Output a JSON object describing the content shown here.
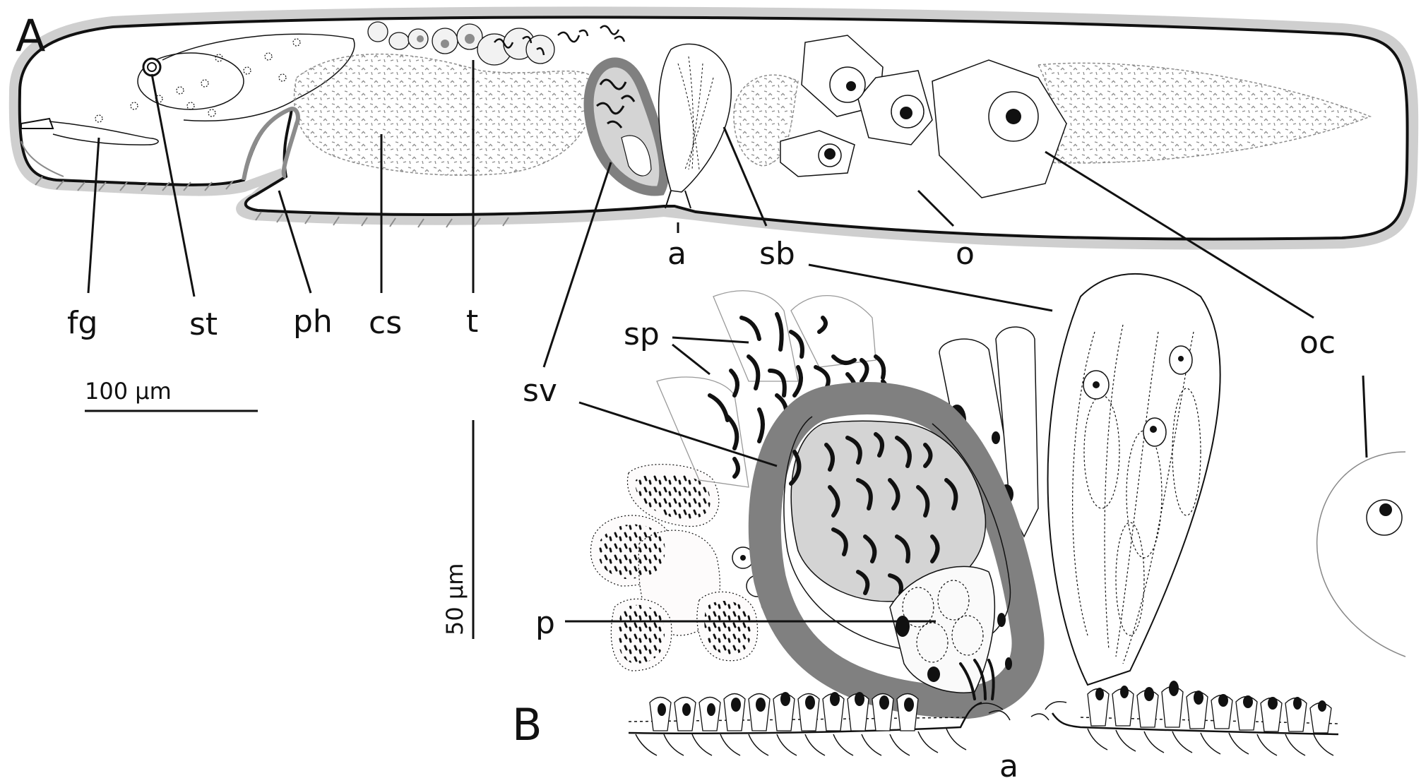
{
  "panels": {
    "a": "A",
    "b": "B"
  },
  "labels": {
    "fg": "fg",
    "st": "st",
    "ph": "ph",
    "cs": "cs",
    "t": "t",
    "a_top": "a",
    "sb": "sb",
    "o": "o",
    "oc": "oc",
    "sv": "sv",
    "sp": "sp",
    "p": "p",
    "a_bottom": "a"
  },
  "scale_bars": {
    "a": "100 µm",
    "b": "50 µm"
  },
  "colors": {
    "outline": "#111111",
    "halo": "#cfcfcf",
    "vesicle_wall": "#808080",
    "vesicle_lumen": "#d4d4d4",
    "stipple": "#8c8c8c"
  }
}
